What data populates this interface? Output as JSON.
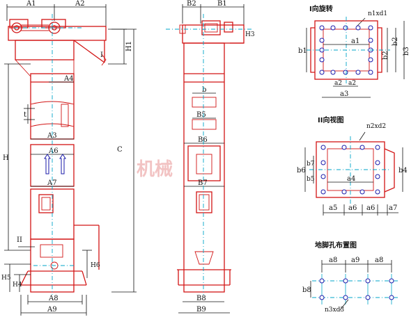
{
  "labels": {
    "A1": "A1",
    "A2": "A2",
    "A4": "A4",
    "A3": "A3",
    "A6": "A6",
    "A7": "A7",
    "A8": "A8",
    "A9": "A9",
    "H1": "H1",
    "H": "H",
    "C": "C",
    "H5": "H5",
    "H4": "H4",
    "H6": "H6",
    "t": "t",
    "mark_I": "I",
    "mark_II": "II",
    "B2": "B2",
    "B1": "B1",
    "H3": "H3",
    "b": "b",
    "B5": "B5",
    "B6": "B6",
    "B7": "B7",
    "B8": "B8",
    "B9": "B9",
    "a1": "a1",
    "b1": "b1",
    "b2": "b2",
    "b3": "b3",
    "a2_left": "a2",
    "a2_right": "a2",
    "a3": "a3",
    "n1xd1": "n1xd1",
    "a4": "a4",
    "a5": "a5",
    "a6_1": "a6",
    "a6_2": "a6",
    "a7": "a7",
    "b4": "b4",
    "b5": "b5",
    "b6": "b6",
    "b7": "b7",
    "n2xd2": "n2xd2",
    "a8_1": "a8",
    "a9": "a9",
    "a8_2": "a8",
    "b8": "b8",
    "n3xd3": "n3xd3"
  },
  "titles": {
    "view_I": "I向旋转",
    "view_II": "II向视图",
    "anchor": "地脚孔布置图"
  },
  "watermark": "机械"
}
